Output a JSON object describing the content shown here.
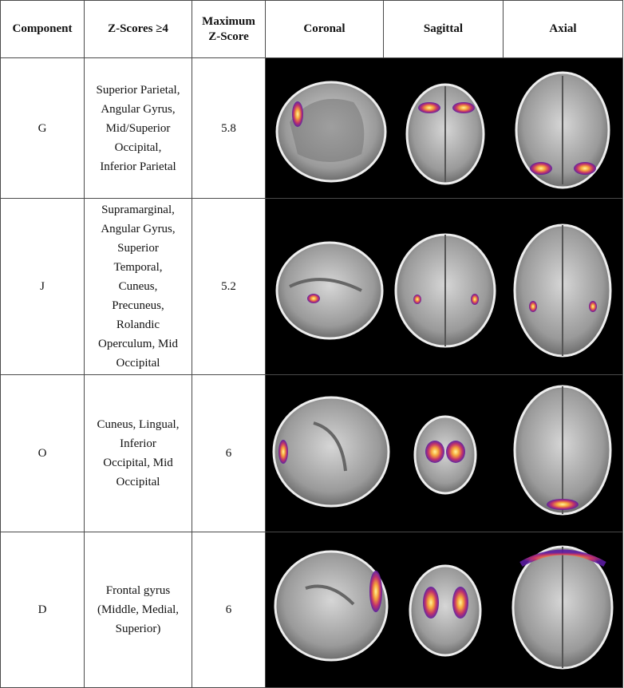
{
  "header": {
    "component": "Component",
    "zscores": "Z-Scores ≥4",
    "max_z_line1": "Maximum",
    "max_z_line2": "Z-Score",
    "coronal": "Coronal",
    "sagittal": "Sagittal",
    "axial": "Axial"
  },
  "rows": [
    {
      "component": "G",
      "regions": [
        "Superior Parietal,",
        "Angular Gyrus,",
        "Mid/Superior",
        "Occipital,",
        "Inferior Parietal"
      ],
      "max_z": "5.8"
    },
    {
      "component": "J",
      "regions": [
        "Supramarginal,",
        "Angular Gyrus,",
        "Superior",
        "Temporal,",
        "Cuneus,",
        "Precuneus,",
        "Rolandic",
        "Operculum, Mid",
        "Occipital"
      ],
      "max_z": "5.2"
    },
    {
      "component": "O",
      "regions": [
        "Cuneus, Lingual,",
        "Inferior",
        "Occipital, Mid",
        "Occipital"
      ],
      "max_z": "6"
    },
    {
      "component": "D",
      "regions": [
        "Frontal gyrus",
        "(Middle, Medial,",
        "Superior)"
      ],
      "max_z": "6"
    }
  ],
  "colors": {
    "image_background": "#000000",
    "activation_core": "#ffe97a",
    "activation_mid": "#f07a2a",
    "activation_edge": "#6b1fa8"
  }
}
